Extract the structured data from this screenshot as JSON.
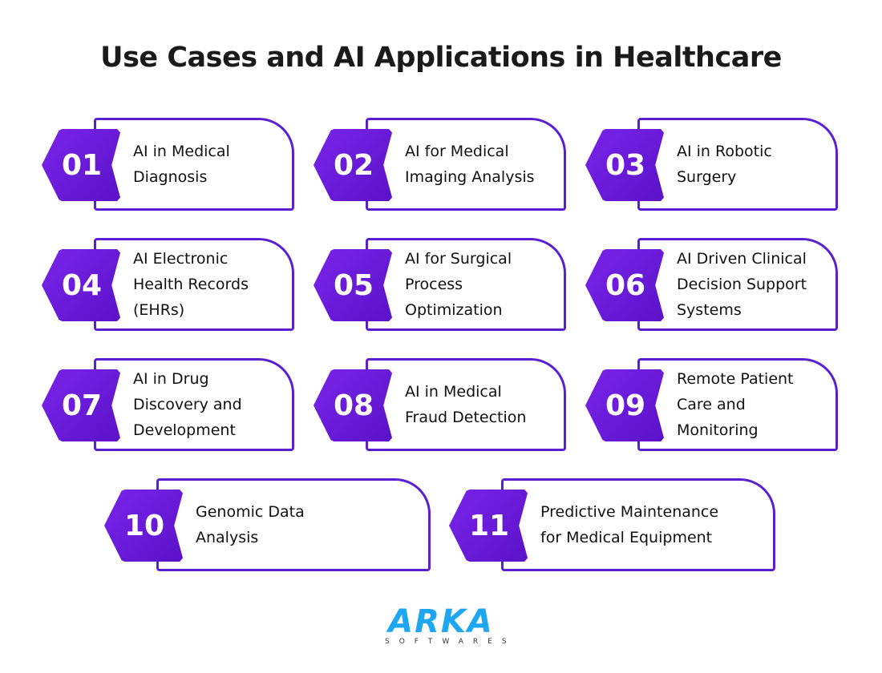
{
  "title": "Use Cases and AI Applications in Healthcare",
  "items": [
    {
      "num": "01",
      "label": "AI in Medical Diagnosis"
    },
    {
      "num": "02",
      "label": "AI for Medical Imaging Analysis"
    },
    {
      "num": "03",
      "label": "AI in Robotic Surgery"
    },
    {
      "num": "04",
      "label": "AI Electronic Health Records (EHRs)"
    },
    {
      "num": "05",
      "label": "AI for Surgical Process Optimization"
    },
    {
      "num": "06",
      "label": "AI Driven Clinical Decision Support Systems"
    },
    {
      "num": "07",
      "label": "AI in Drug Discovery and Development"
    },
    {
      "num": "08",
      "label": "AI in Medical Fraud Detection"
    },
    {
      "num": "09",
      "label": "Remote Patient Care and Monitoring"
    },
    {
      "num": "10",
      "label": "Genomic Data Analysis"
    },
    {
      "num": "11",
      "label": "Predictive Maintenance for Medical Equipment"
    }
  ],
  "logo": {
    "main": "ARKA",
    "sub": "SOFTWARES"
  },
  "colors": {
    "accent": "#5a1fd1",
    "logo": "#1ea7f0"
  }
}
